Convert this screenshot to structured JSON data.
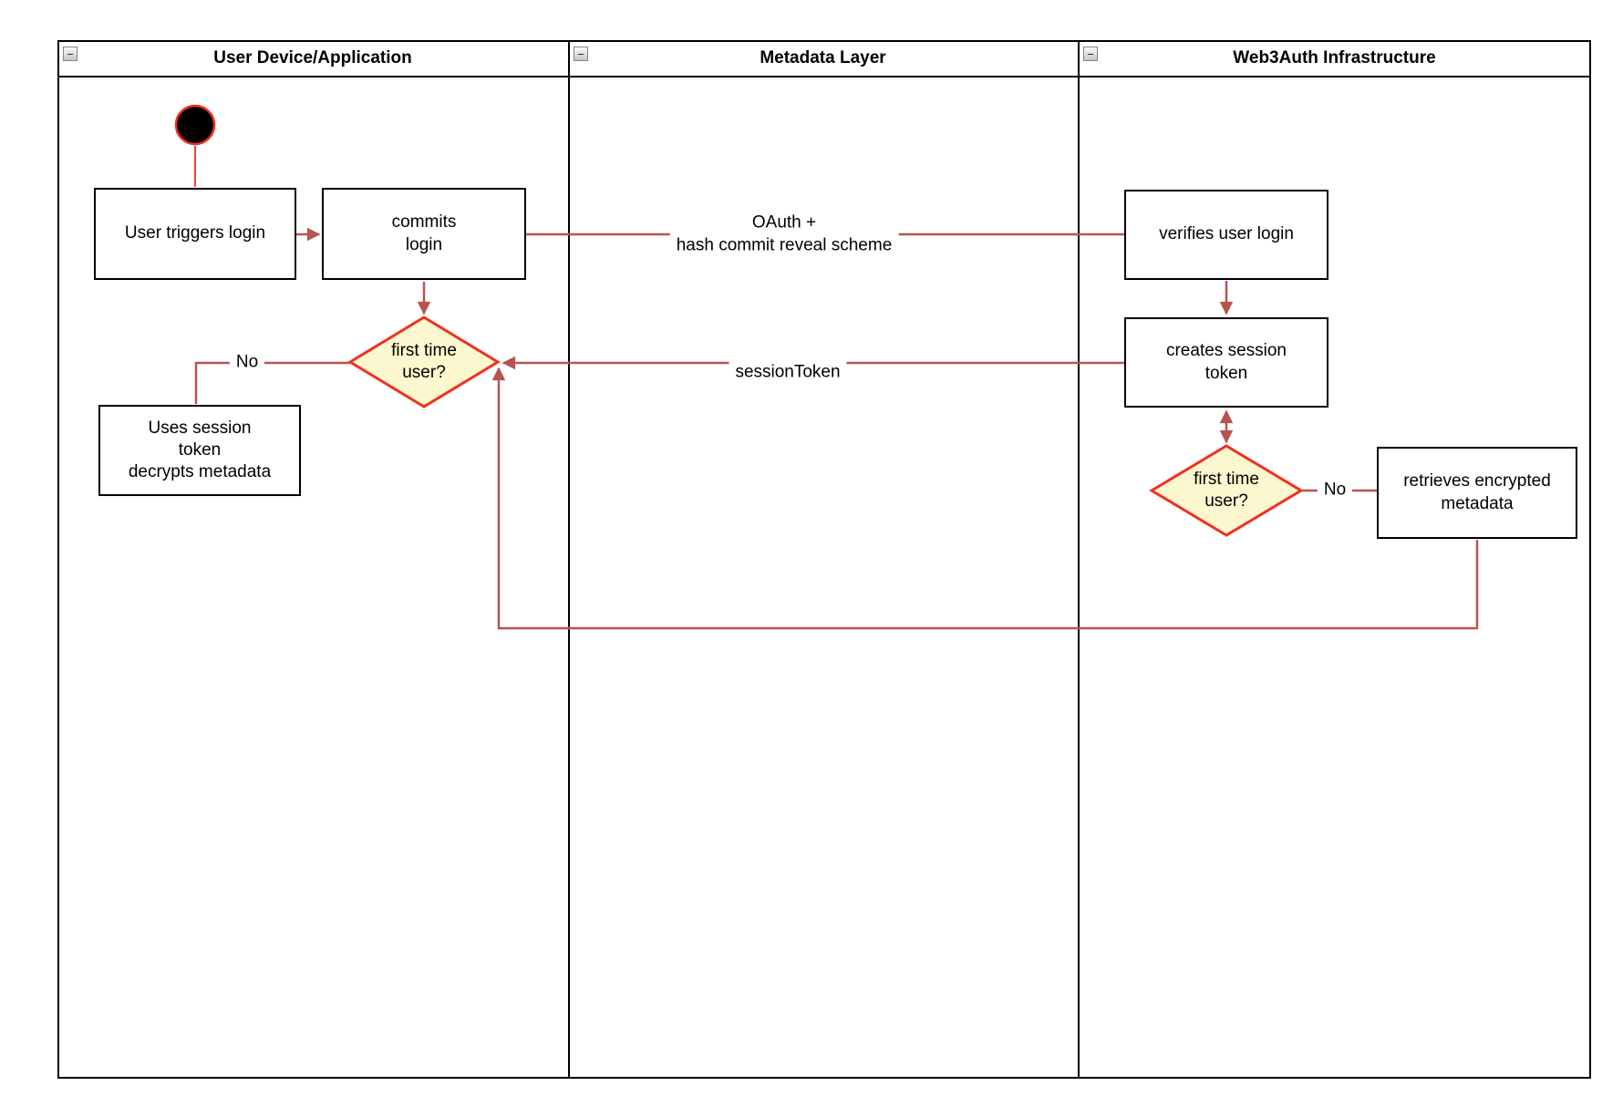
{
  "colors": {
    "frame_border": "#000000",
    "connector": "#B85450",
    "accent_red": "#F1301F",
    "decision_fill": "#FCF7CE",
    "node_fill": "#FFFFFF",
    "node_border": "#000000"
  },
  "lanes": [
    {
      "id": "user-device",
      "title": "User Device/Application",
      "collapse_icon": "−"
    },
    {
      "id": "metadata-layer",
      "title": "Metadata Layer",
      "collapse_icon": "−"
    },
    {
      "id": "web3auth-infra",
      "title": "Web3Auth Infrastructure",
      "collapse_icon": "−"
    }
  ],
  "nodes": {
    "user_triggers_login": {
      "label": "User triggers login"
    },
    "commits_login": {
      "label": "commits\nlogin"
    },
    "first_time_user_device": {
      "label": "first time\nuser?"
    },
    "uses_session_token": {
      "label": "Uses session\ntoken\ndecrypts metadata"
    },
    "verifies_user_login": {
      "label": "verifies user login"
    },
    "creates_session_token": {
      "label": "creates session\ntoken"
    },
    "first_time_user_infra": {
      "label": "first time\nuser?"
    },
    "retrieves_encrypted_metadata": {
      "label": "retrieves encrypted\nmetadata"
    }
  },
  "edge_labels": {
    "oauth": "OAuth +\nhash commit reveal scheme",
    "session_token": "sessionToken",
    "no_device": "No",
    "no_infra": "No"
  }
}
